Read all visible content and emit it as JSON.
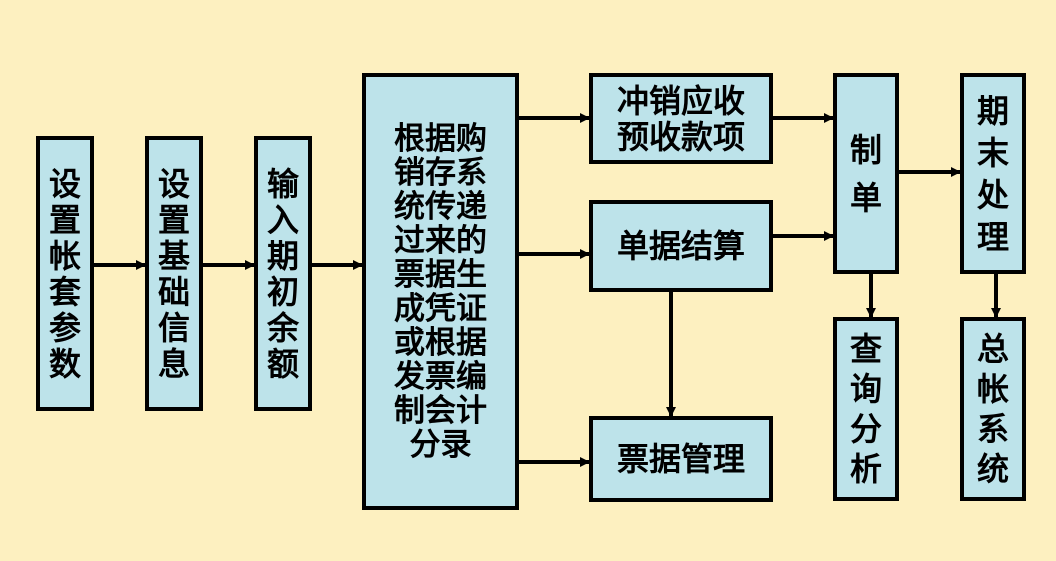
{
  "diagram": {
    "nodes": {
      "setup_params": "设置帐套参数",
      "setup_basic": "设置基础信息",
      "input_opening": "输入期初余额",
      "generate_voucher": "根据购销存系统传递过来的票据生成凭证或根据发票编制会计分录",
      "offset_receivable_line1": "冲销应收",
      "offset_receivable_line2": "预收款项",
      "settlement": "单据结算",
      "bill_management": "票据管理",
      "make_voucher": "制单",
      "query_analysis": "查询分析",
      "period_end": "期末处理",
      "general_ledger": "总帐系统"
    },
    "colors": {
      "background": "#fdf0c0",
      "box_fill": "#bde3ea",
      "stroke": "#000000"
    }
  }
}
